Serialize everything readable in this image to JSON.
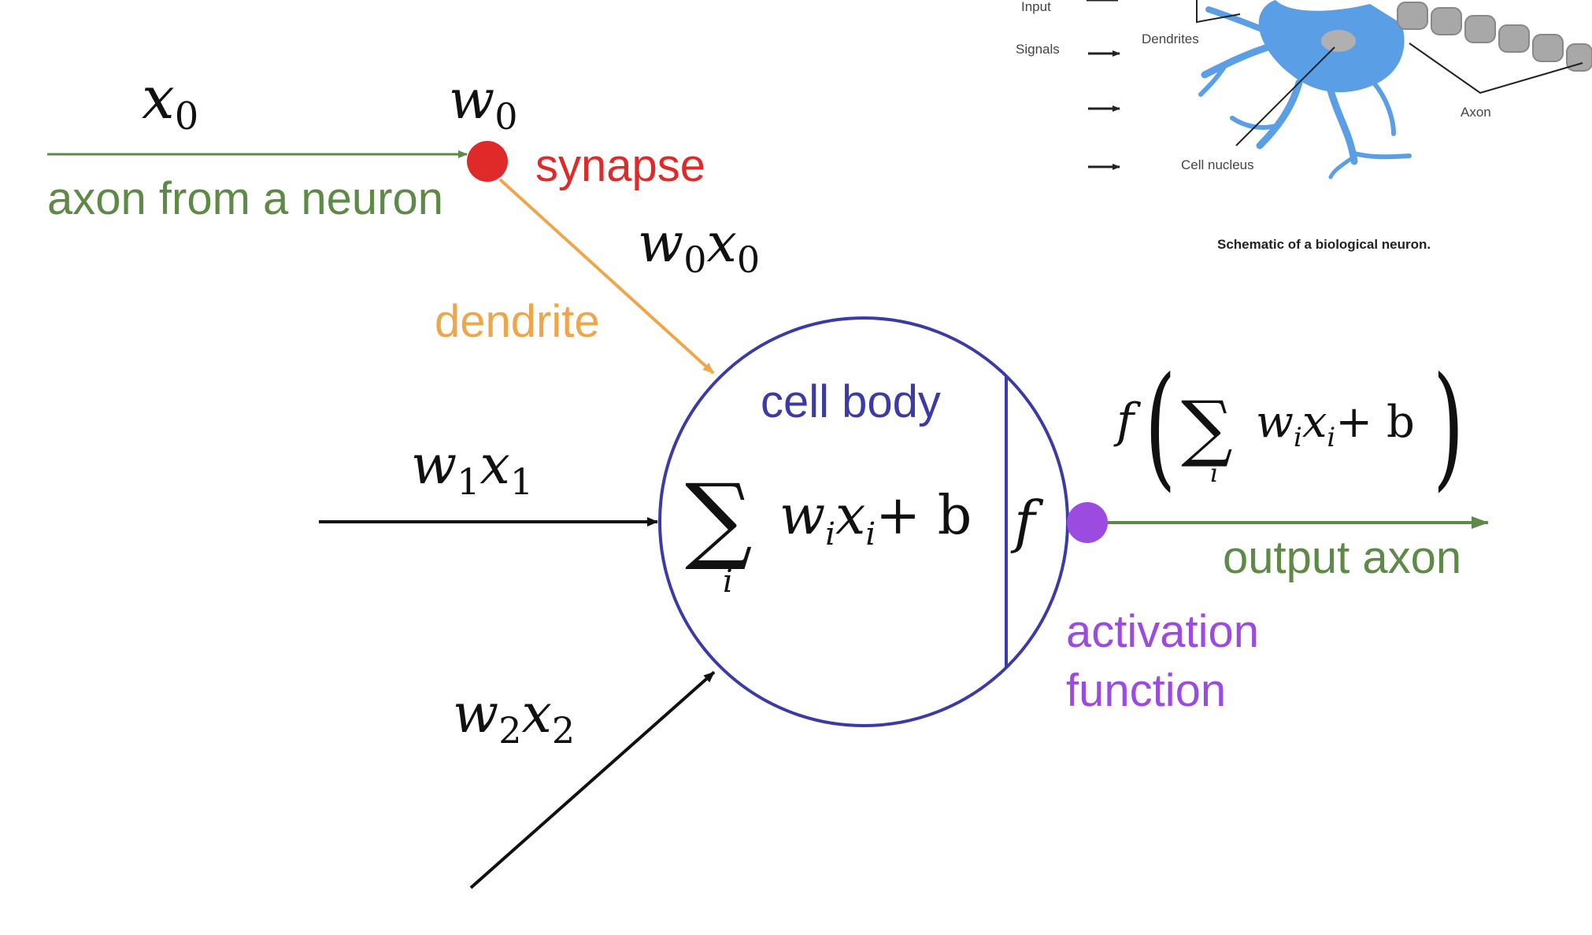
{
  "colors": {
    "axon": "#5e8a47",
    "synapse": "#e02a2a",
    "dendrite": "#efa64a",
    "cell_body": "#3b3ba8",
    "activation": "#9b4be0",
    "ink": "#111111"
  },
  "labels": {
    "x0": "x",
    "x0_sub": "0",
    "w0": "w",
    "w0_sub": "0",
    "w0x0_w": "w",
    "w0x0_w_sub": "0",
    "w0x0_x": "x",
    "w0x0_x_sub": "0",
    "w1x1_w": "w",
    "w1x1_w_sub": "1",
    "w1x1_x": "x",
    "w1x1_x_sub": "1",
    "w2x2_w": "w",
    "w2x2_w_sub": "2",
    "w2x2_x": "x",
    "w2x2_x_sub": "2",
    "axon_from": "axon from a neuron",
    "synapse": "synapse",
    "dendrite": "dendrite",
    "cell_body": "cell body",
    "output_axon": "output axon",
    "activation_line1": "activation",
    "activation_line2": "function",
    "sum_symbol": "∑",
    "sum_index": "i",
    "sum_expr_w": "w",
    "sum_expr_i1": "i",
    "sum_expr_x": "x",
    "sum_expr_i2": "i",
    "sum_expr_plus": "+ b",
    "f_inner": "f",
    "out_f": "f",
    "out_lparen": "(",
    "out_sum": "∑",
    "out_index": "i",
    "out_w": "w",
    "out_wi": "i",
    "out_x": "x",
    "out_xi": "i",
    "out_plus": "+ b",
    "out_rparen": ")"
  },
  "inset": {
    "input": "Input",
    "signals": "Signals",
    "dendrites": "Dendrites",
    "axon": "Axon",
    "cell_nucleus": "Cell nucleus",
    "caption": "Schematic of a biological neuron."
  }
}
